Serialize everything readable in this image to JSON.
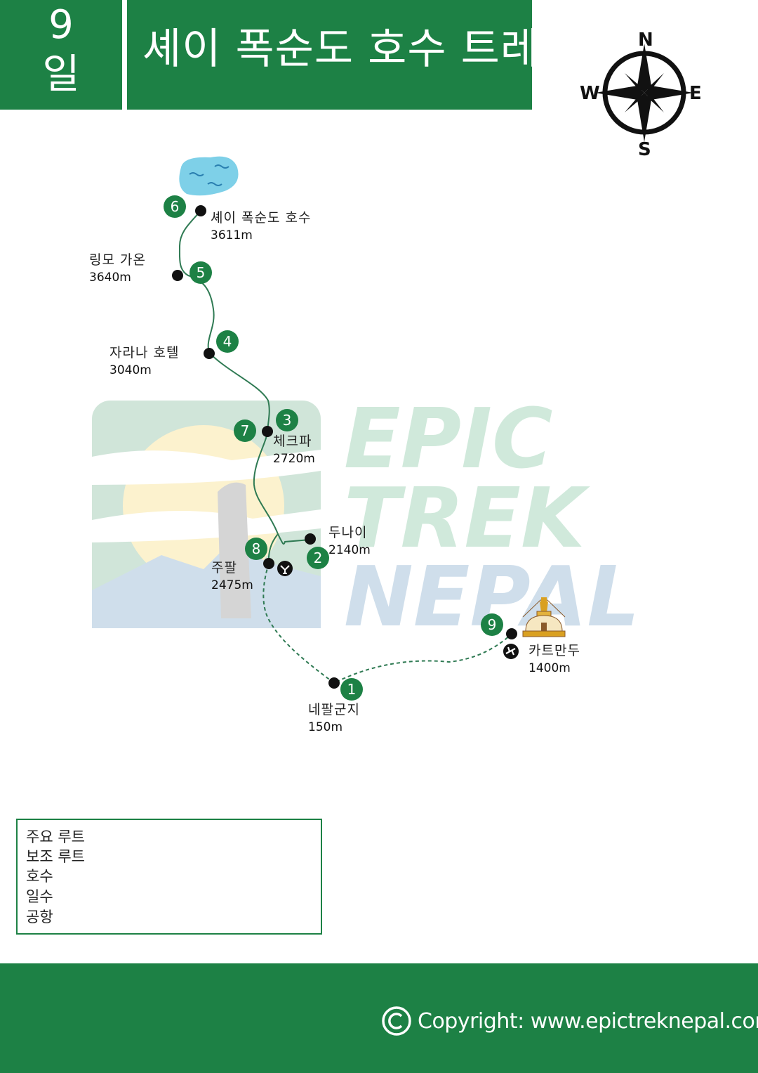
{
  "header": {
    "day_number": "9",
    "day_unit": "일",
    "title": "셰이 폭순도 호수 트레킹"
  },
  "compass": {
    "north": "N",
    "south": "S",
    "east": "E",
    "west": "W"
  },
  "watermark": {
    "lines": [
      "EPIC",
      "TREK",
      "NEPAL"
    ]
  },
  "places": [
    {
      "name": "셰이 폭순도 호수",
      "elevation": "3611m"
    },
    {
      "name": "링모 가온",
      "elevation": "3640m"
    },
    {
      "name": "자라나 호텔",
      "elevation": "3040m"
    },
    {
      "name": "체크파",
      "elevation": "2720m"
    },
    {
      "name": "두나이",
      "elevation": "2140m"
    },
    {
      "name": "주팔",
      "elevation": "2475m"
    },
    {
      "name": "카트만두",
      "elevation": "1400m"
    },
    {
      "name": "네팔군지",
      "elevation": "150m"
    }
  ],
  "day_markers": [
    "1",
    "2",
    "3",
    "4",
    "5",
    "6",
    "7",
    "8",
    "9"
  ],
  "legend": {
    "main_route": "주요 루트",
    "sub_route": "보조 루트",
    "lake": "호수",
    "days": "일수",
    "airport": "공항"
  },
  "footer": {
    "copyright": "Copyright: www.epictreknepal.com"
  },
  "colors": {
    "brand_green": "#1d8145",
    "route_green": "#2f7a53",
    "lake_blue": "#7ed0e8",
    "stupa_gold": "#d9a021"
  }
}
